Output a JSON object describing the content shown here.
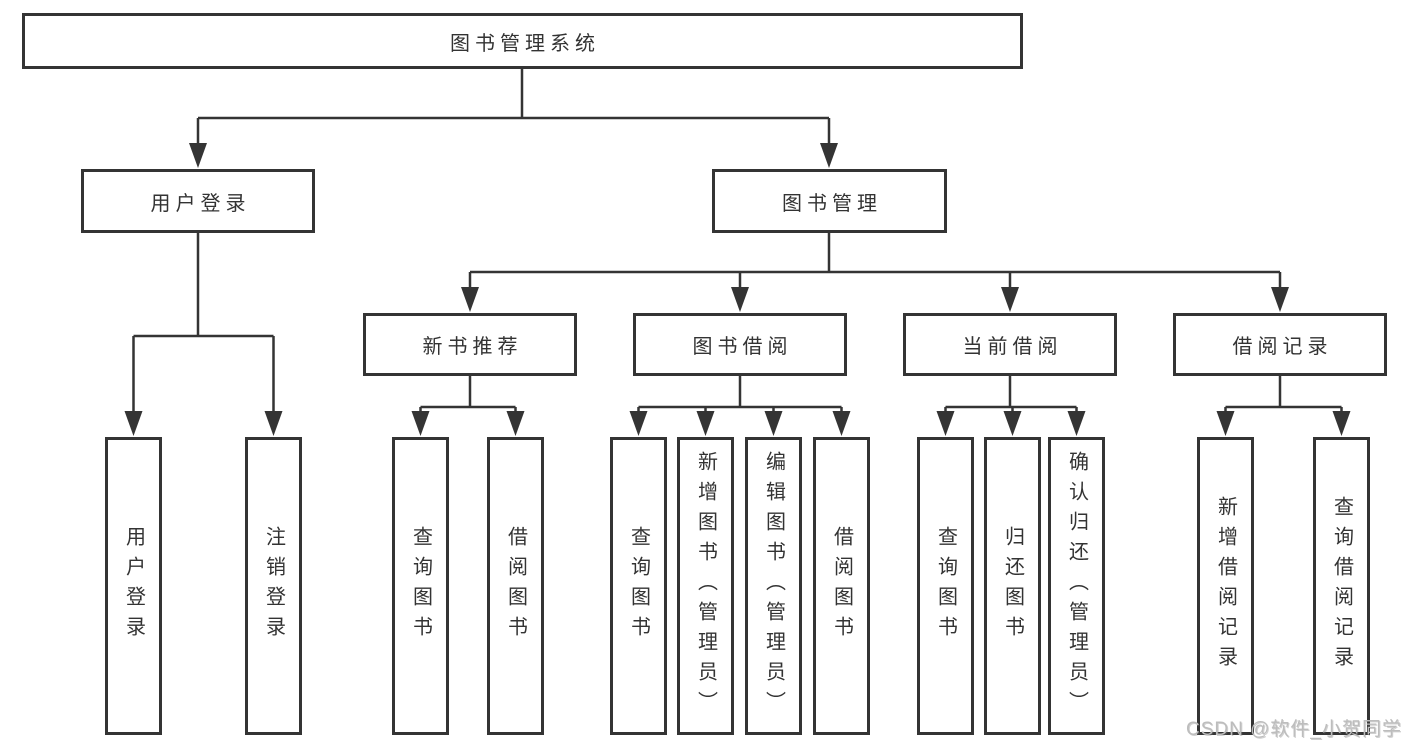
{
  "diagram": {
    "type": "tree",
    "root": {
      "label": "图书管理系统"
    },
    "login": {
      "label": "用户登录",
      "children": [
        {
          "label": "用户登录"
        },
        {
          "label": "注销登录"
        }
      ]
    },
    "management": {
      "label": "图书管理",
      "sections": [
        {
          "label": "新书推荐",
          "children": [
            {
              "label": "查询图书"
            },
            {
              "label": "借阅图书"
            }
          ]
        },
        {
          "label": "图书借阅",
          "children": [
            {
              "label": "查询图书"
            },
            {
              "label": "新增图书（管理员）"
            },
            {
              "label": "编辑图书（管理员）"
            },
            {
              "label": "借阅图书"
            }
          ]
        },
        {
          "label": "当前借阅",
          "children": [
            {
              "label": "查询图书"
            },
            {
              "label": "归还图书"
            },
            {
              "label": "确认归还（管理员）"
            }
          ]
        },
        {
          "label": "借阅记录",
          "children": [
            {
              "label": "新增借阅记录"
            },
            {
              "label": "查询借阅记录"
            }
          ]
        }
      ]
    }
  },
  "watermark": {
    "text": "CSDN @软件_小贺同学"
  },
  "colors": {
    "line": "#343434",
    "border": "#343434",
    "text": "#333333",
    "watermark": "#bdbdbd",
    "background": "#ffffff"
  }
}
